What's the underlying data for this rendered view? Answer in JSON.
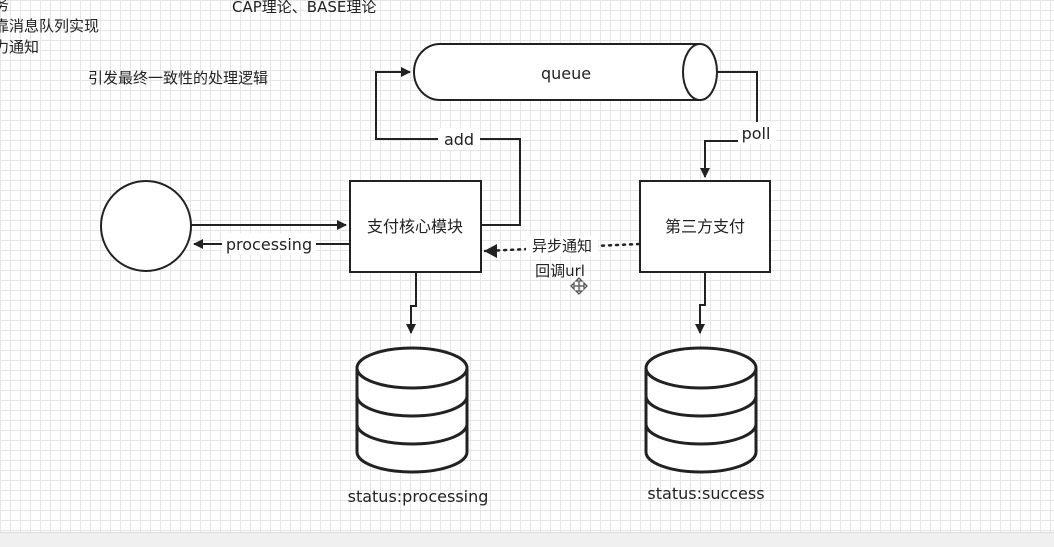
{
  "notes": {
    "line1": "务",
    "line2": "靠消息队列实现",
    "line3": "力通知",
    "cap_base": "CAP理论、BASE理论",
    "eventual": "引发最终一致性的处理逻辑"
  },
  "diagram": {
    "queue_label": "queue",
    "add_label": "add",
    "poll_label": "poll",
    "core_module_label": "支付核心模块",
    "third_party_label": "第三方支付",
    "processing_label": "processing",
    "async_notify_label": "异步通知",
    "callback_url_label": "回调url",
    "db_left_status": "status:processing",
    "db_right_status": "status:success"
  }
}
